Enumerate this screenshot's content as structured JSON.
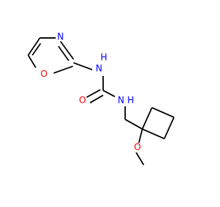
{
  "colors": {
    "bond": "#000000",
    "nitrogen": "#0000ff",
    "oxygen": "#ff0000",
    "background": "#ffffff"
  },
  "atoms": {
    "ring_n": "N",
    "ring_o": "O",
    "nh_upper": "N",
    "nh_upper_h": "H",
    "carbonyl_o": "O",
    "nh_lower": "N",
    "nh_lower_h": "H",
    "methoxy_o": "O"
  }
}
